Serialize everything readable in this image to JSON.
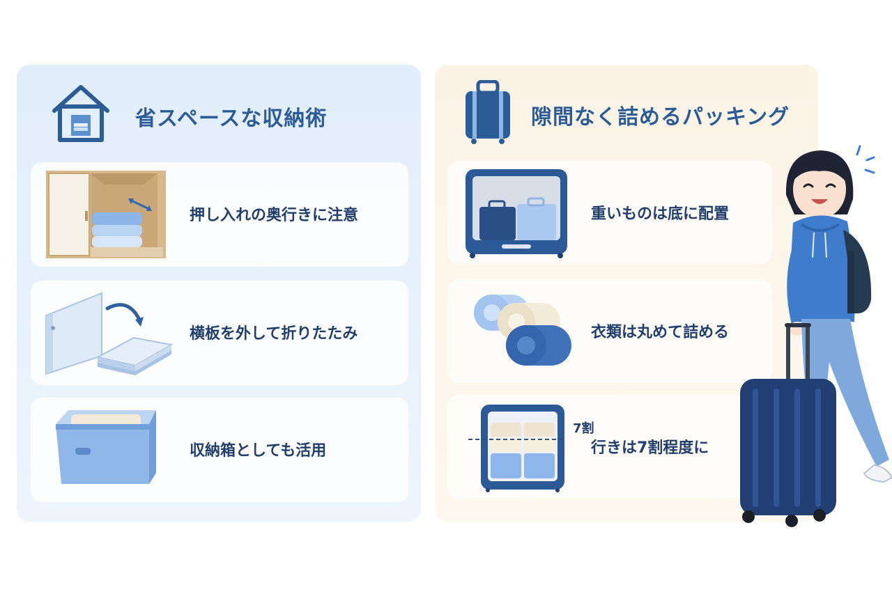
{
  "storage": {
    "title": "省スペースな収納術",
    "header_icon": "house-storage-icon",
    "items": [
      {
        "label": "押し入れの奥行きに注意",
        "icon": "closet-depth-icon"
      },
      {
        "label": "横板を外して折りたたみ",
        "icon": "fold-board-icon"
      },
      {
        "label": "収納箱としても活用",
        "icon": "storage-box-icon"
      }
    ]
  },
  "packing": {
    "title": "隙間なく詰めるパッキング",
    "header_icon": "suitcase-icon",
    "items": [
      {
        "label": "重いものは底に配置",
        "icon": "open-suitcase-icon"
      },
      {
        "label": "衣類は丸めて詰める",
        "icon": "rolled-clothes-icon"
      },
      {
        "label": "行きは7割程度に",
        "icon": "suitcase-70-percent-icon",
        "annotation": "7割"
      }
    ]
  },
  "colors": {
    "accent_blue": "#2b5c96",
    "left_panel_bg": "#e2eefb",
    "right_panel_bg": "#fbf3e6",
    "navy": "#1f3f73"
  }
}
